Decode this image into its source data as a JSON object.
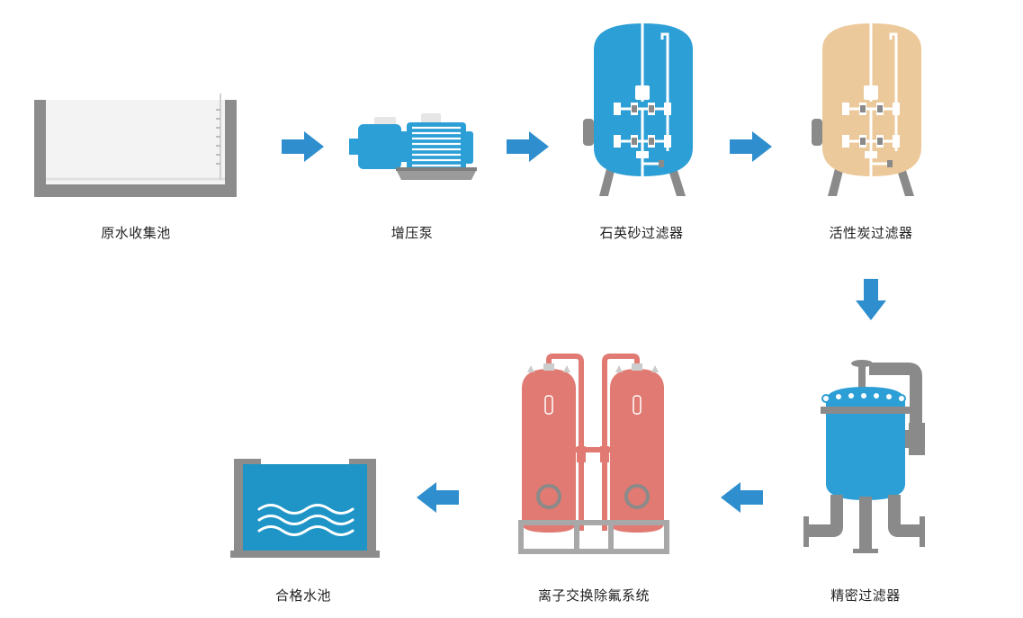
{
  "diagram": {
    "steps": [
      {
        "id": "raw-water-tank",
        "label": "原水收集池"
      },
      {
        "id": "booster-pump",
        "label": "增压泵"
      },
      {
        "id": "quartz-sand-filter",
        "label": "石英砂过滤器"
      },
      {
        "id": "activated-carbon-filter",
        "label": "活性炭过滤器"
      },
      {
        "id": "precision-filter",
        "label": "精密过滤器"
      },
      {
        "id": "ion-exchange-defluoridation",
        "label": "离子交换除氟系统"
      },
      {
        "id": "qualified-water-tank",
        "label": "合格水池"
      }
    ],
    "colors": {
      "arrow": "#2f8fce",
      "equipment_blue": "#2c9fd6",
      "carbon_tan": "#ecc99a",
      "ion_red": "#e07a72",
      "steel_gray": "#8a8a8a",
      "pipe_white": "#ffffff"
    }
  }
}
